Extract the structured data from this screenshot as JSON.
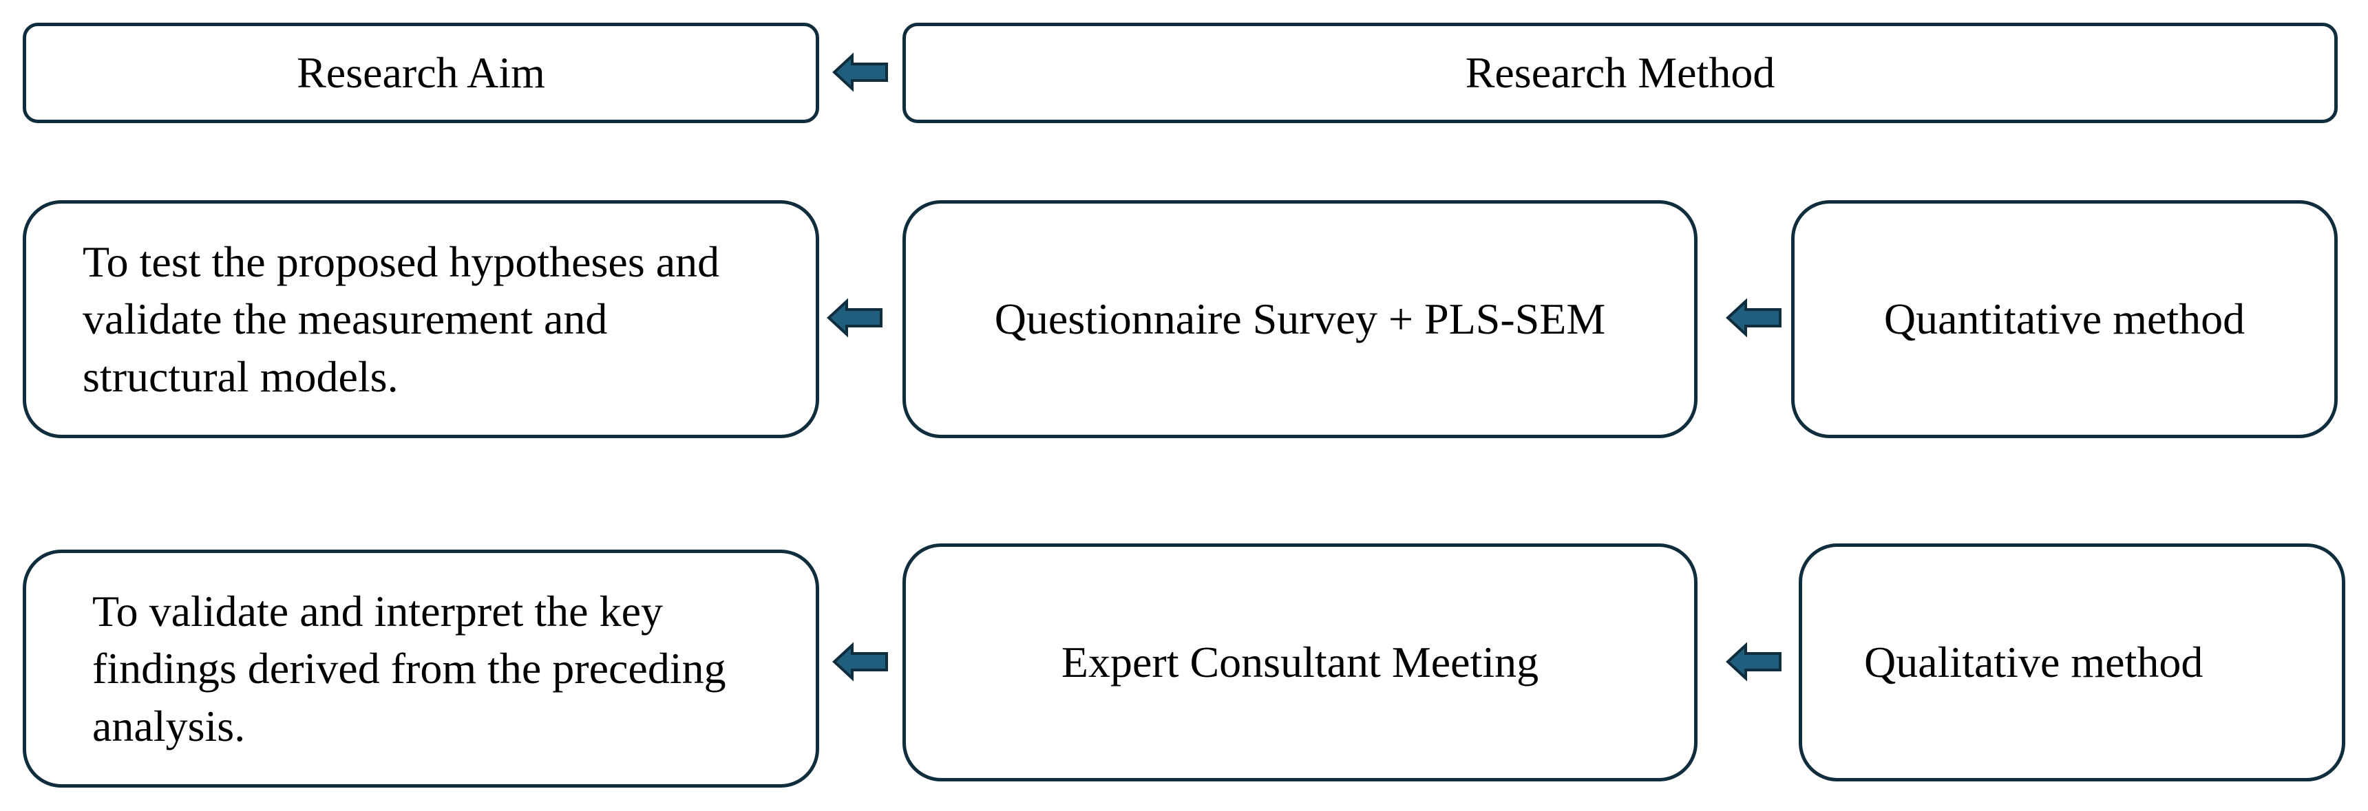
{
  "headers": {
    "aim": "Research Aim",
    "method": "Research Method"
  },
  "rows": [
    {
      "aim": "To test the proposed hypotheses and validate the measurement and structural models.",
      "technique": "Questionnaire Survey + PLS-SEM",
      "method": "Quantitative method"
    },
    {
      "aim": "To validate and interpret the key findings derived from the preceding analysis.",
      "technique": "Expert Consultant Meeting",
      "method": "Qualitative method"
    }
  ],
  "colors": {
    "border": "#0f2d3c",
    "arrow_fill": "#1f5f7d",
    "arrow_stroke": "#0f2d3c"
  }
}
